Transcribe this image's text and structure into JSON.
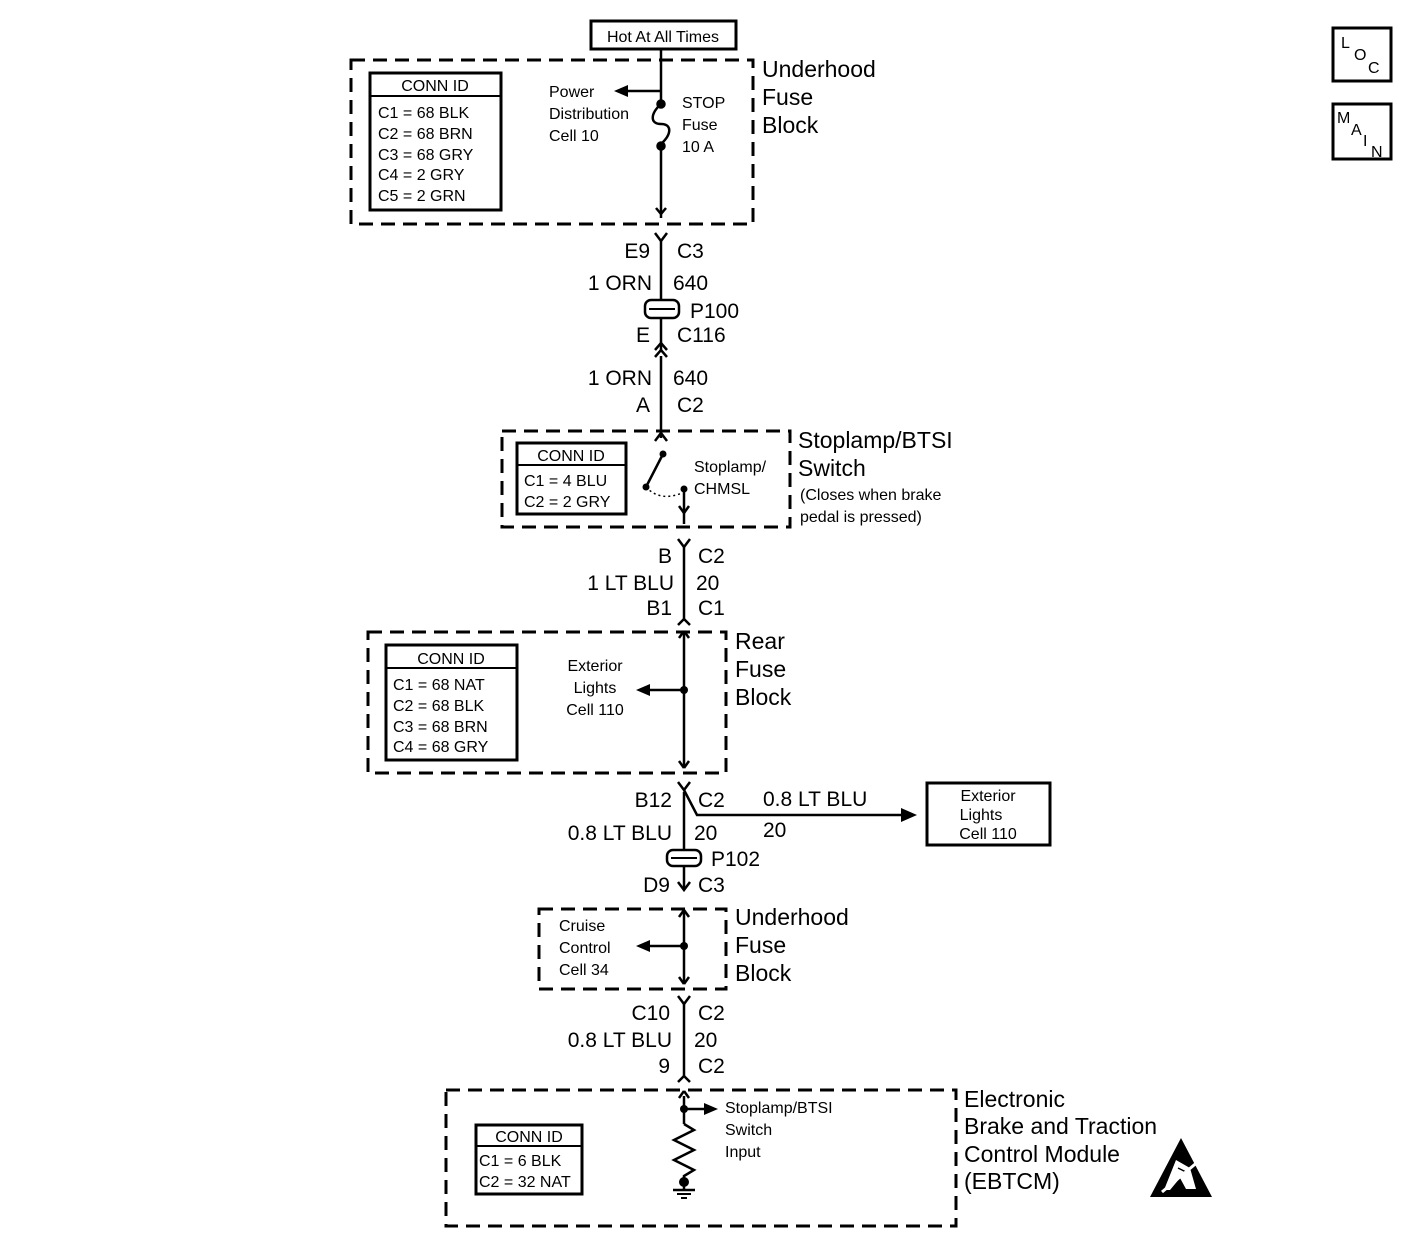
{
  "header": {
    "power_source": "Hot At All Times"
  },
  "nav_buttons": {
    "loc": [
      "L",
      "O",
      "C"
    ],
    "main": [
      "M",
      "A",
      "I",
      "N"
    ]
  },
  "underhood_fuse_block_top": {
    "title": [
      "Underhood",
      "Fuse",
      "Block"
    ],
    "conn_id_header": "CONN ID",
    "conn_ids": [
      "C1 = 68 BLK",
      "C2 = 68 BRN",
      "C3 = 68 GRY",
      "C4 = 2 GRY",
      "C5 = 2 GRN"
    ],
    "ref_label": [
      "Power",
      "Distribution",
      "Cell 10"
    ],
    "fuse_label": [
      "STOP",
      "Fuse",
      "10 A"
    ]
  },
  "connector_1": {
    "left_pin": "E9",
    "right_conn": "C3",
    "wire_left": "1 ORN",
    "wire_right": "640"
  },
  "splice_p100": {
    "label": "P100"
  },
  "connector_2": {
    "left_pin": "E",
    "right_conn": "C116",
    "wire_left": "1 ORN",
    "wire_right": "640",
    "left_pin_2": "A",
    "right_conn_2": "C2"
  },
  "stoplamp_switch": {
    "title": [
      "Stoplamp/BTSI",
      "Switch"
    ],
    "note": [
      "(Closes when brake",
      "pedal is pressed)"
    ],
    "conn_id_header": "CONN ID",
    "conn_ids": [
      "C1 = 4 BLU",
      "C2 = 2 GRY"
    ],
    "contact_label": [
      "Stoplamp/",
      "CHMSL"
    ]
  },
  "connector_3": {
    "left_pin": "B",
    "right_conn": "C2",
    "wire_left": "1 LT BLU",
    "wire_right": "20",
    "left_pin_2": "B1",
    "right_conn_2": "C1"
  },
  "rear_fuse_block": {
    "title": [
      "Rear",
      "Fuse",
      "Block"
    ],
    "conn_id_header": "CONN ID",
    "conn_ids": [
      "C1 = 68 NAT",
      "C2 = 68 BLK",
      "C3 = 68 BRN",
      "C4 = 68 GRY"
    ],
    "ref_label": [
      "Exterior",
      "Lights",
      "Cell 110"
    ]
  },
  "connector_4": {
    "left_pin": "B12",
    "right_conn": "C2",
    "wire_left": "0.8 LT BLU",
    "wire_right": "20",
    "branch_wire": "0.8 LT BLU",
    "branch_circuit": "20"
  },
  "exterior_lights_ref": {
    "label": [
      "Exterior",
      "Lights",
      "Cell 110"
    ]
  },
  "splice_p102": {
    "label": "P102"
  },
  "connector_5": {
    "left_pin": "D9",
    "right_conn": "C3"
  },
  "underhood_fuse_block_bottom": {
    "title": [
      "Underhood",
      "Fuse",
      "Block"
    ],
    "ref_label": [
      "Cruise",
      "Control",
      "Cell 34"
    ]
  },
  "connector_6": {
    "left_pin": "C10",
    "right_conn": "C2",
    "wire_left": "0.8 LT BLU",
    "wire_right": "20",
    "left_pin_2": "9",
    "right_conn_2": "C2"
  },
  "ebtcm": {
    "title": [
      "Electronic",
      "Brake and Traction",
      "Control Module",
      "(EBTCM)"
    ],
    "conn_id_header": "CONN ID",
    "conn_ids": [
      "C1 = 6 BLK",
      "C2 = 32 NAT"
    ],
    "input_label": [
      "Stoplamp/BTSI",
      "Switch",
      "Input"
    ],
    "esd_symbol": "esd-warning-icon"
  }
}
